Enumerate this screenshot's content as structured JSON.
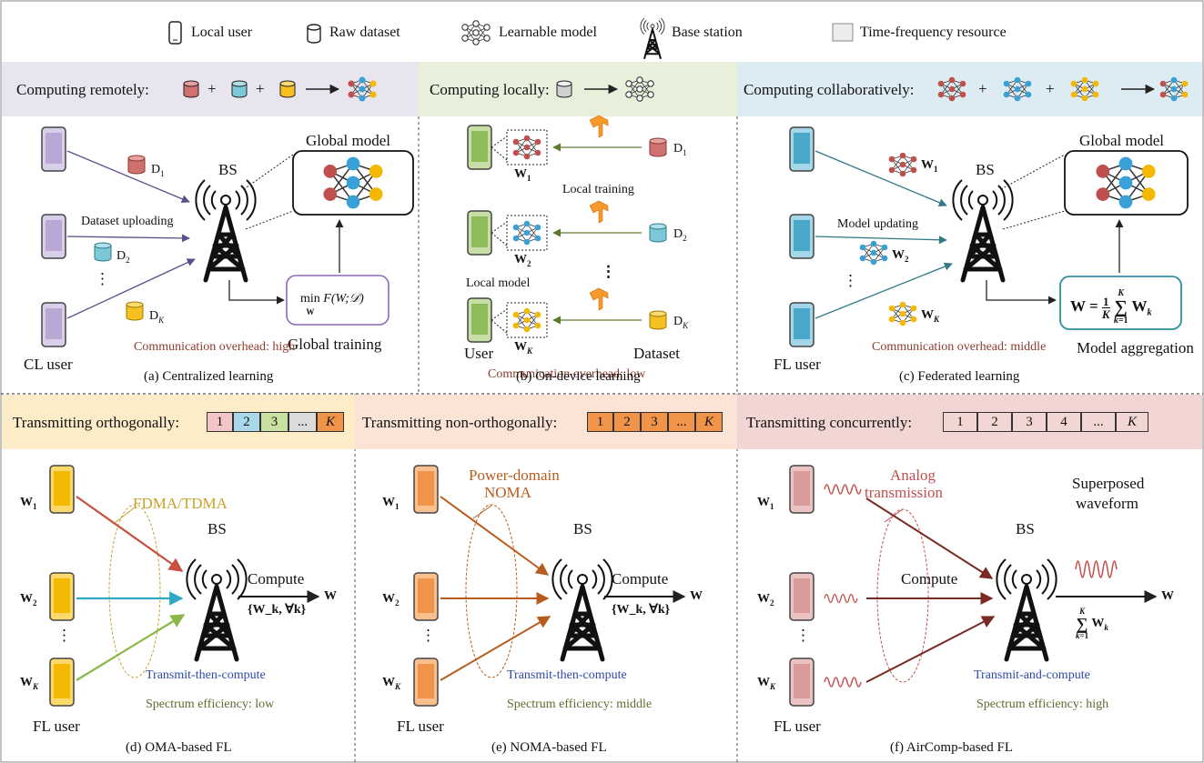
{
  "legend": {
    "local_user": "Local user",
    "raw_dataset": "Raw dataset",
    "learnable_model": "Learnable model",
    "base_station": "Base station",
    "tf_resource": "Time-frequency resource"
  },
  "panel_a": {
    "band": "Computing remotely:",
    "plus": "+",
    "global_model": "Global model",
    "bs": "BS",
    "d1": "D",
    "d1_sub": "1",
    "d2": "D",
    "d2_sub": "2",
    "dk": "D",
    "dk_sub": "K",
    "uploading": "Dataset uploading",
    "dots": "⋮",
    "objective_min": "min",
    "objective_var": "W",
    "objective": "F(W;𝒟)",
    "global_training": "Global training",
    "user": "CL user",
    "overhead": "Communication overhead: high",
    "caption": "(a) Centralized learning"
  },
  "panel_b": {
    "band": "Computing locally:",
    "local_training": "Local training",
    "local_model": "Local model",
    "user": "User",
    "dataset": "Dataset",
    "w": "W",
    "w1_sub": "1",
    "w2_sub": "2",
    "wk_sub": "K",
    "d": "D",
    "d1_sub": "1",
    "d2_sub": "2",
    "dk_sub": "K",
    "dots": "⋮",
    "overhead": "Communication overhead: low",
    "caption": "(b) On-device learning"
  },
  "panel_c": {
    "band": "Computing collaboratively:",
    "plus": "+",
    "global_model": "Global model",
    "bs": "BS",
    "w": "W",
    "w1_sub": "1",
    "w2_sub": "2",
    "wk_sub": "K",
    "updating": "Model updating",
    "dots": "⋮",
    "aggregation_formula": "W = (1/K) Σ_{k=1}^{K} W_k",
    "aggregation": "Model aggregation",
    "user": "FL user",
    "overhead": "Communication overhead: middle",
    "caption": "(c) Federated learning"
  },
  "panel_d": {
    "band": "Transmitting orthogonally:",
    "cells": [
      "1",
      "2",
      "3",
      "...",
      "K"
    ],
    "scheme": "FDMA/TDMA",
    "bs": "BS",
    "compute": "Compute",
    "set": "{W_k, ∀k}",
    "out": "W",
    "w": "W",
    "w1_sub": "1",
    "w2_sub": "2",
    "wk_sub": "K",
    "dots": "⋮",
    "mode": "Transmit-then-compute",
    "efficiency": "Spectrum efficiency: low",
    "user": "FL user",
    "caption": "(d) OMA-based FL"
  },
  "panel_e": {
    "band": "Transmitting non-orthogonally:",
    "cells": [
      "1",
      "2",
      "3",
      "...",
      "K"
    ],
    "scheme_line1": "Power-domain",
    "scheme_line2": "NOMA",
    "bs": "BS",
    "compute": "Compute",
    "set": "{W_k, ∀k}",
    "out": "W",
    "w": "W",
    "w1_sub": "1",
    "w2_sub": "2",
    "wk_sub": "K",
    "dots": "⋮",
    "mode": "Transmit-then-compute",
    "efficiency": "Spectrum efficiency: middle",
    "user": "FL user",
    "caption": "(e) NOMA-based FL"
  },
  "panel_f": {
    "band": "Transmitting concurrently:",
    "cells": [
      "1",
      "2",
      "3",
      "4",
      "...",
      "K"
    ],
    "scheme_line1": "Analog",
    "scheme_line2": "transmission",
    "bs": "BS",
    "compute": "Compute",
    "superposed_line1": "Superposed",
    "superposed_line2": "waveform",
    "sum": "Σ_{k=1}^{K} W_k",
    "out": "W",
    "w": "W",
    "w1_sub": "1",
    "w2_sub": "2",
    "wk_sub": "K",
    "dots": "⋮",
    "mode": "Transmit-and-compute",
    "efficiency": "Spectrum efficiency: high",
    "user": "FL user",
    "caption": "(f) AirComp-based FL"
  },
  "colors": {
    "purple_user": "#b9a8d6",
    "green_user": "#8fbc5a",
    "cyan_user": "#4aa7c9",
    "yellow_user": "#f5b800",
    "orange_user": "#f0944a",
    "pink_user": "#d99a9a",
    "band_a": "#e9e5ef",
    "band_b": "#e8f0dc",
    "band_c": "#dcecf2",
    "band_d": "#fdecc8",
    "band_e": "#fbe4d6",
    "band_f": "#f2d6d3"
  }
}
